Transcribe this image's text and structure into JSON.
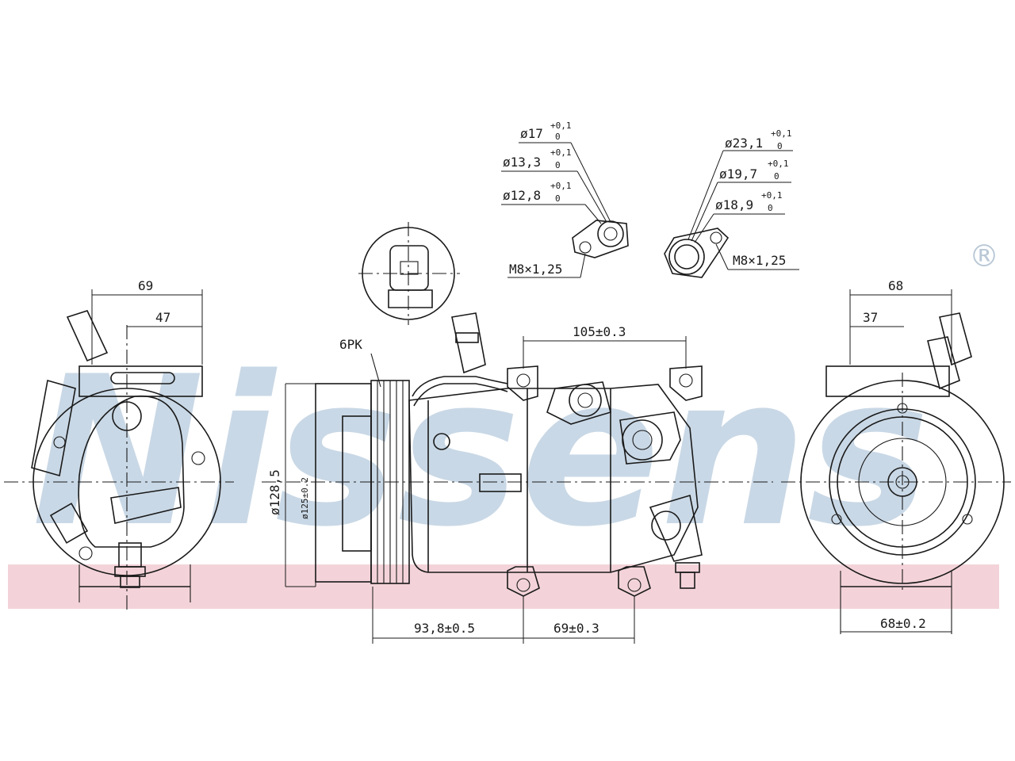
{
  "watermark": {
    "brand": "Nissens",
    "registered_mark": "®",
    "brand_color": "#c9d8e6",
    "band_color": "#f3d3d9"
  },
  "views": {
    "left_view": {
      "dims": {
        "overall_width": "69",
        "inner_width": "47"
      }
    },
    "side_view": {
      "belt_label": "6PK",
      "dia_outer": "ø128,5",
      "dia_pulley": "ø125±0.2",
      "mount_spacing_top": "105±0.3",
      "dist_front_mount": "93,8±0.5",
      "dist_mount_mount": "69±0.3"
    },
    "right_view": {
      "dims": {
        "overall_width": "68",
        "inner_width": "37",
        "bottom_width": "68±0.2"
      }
    }
  },
  "fittings": {
    "left": {
      "dia1": "ø17",
      "dia2": "ø13,3",
      "dia3": "ø12,8",
      "tol_upper": "+0,1",
      "tol_lower": "0",
      "thread": "M8×1,25"
    },
    "right": {
      "dia1": "ø23,1",
      "dia2": "ø19,7",
      "dia3": "ø18,9",
      "tol_upper": "+0,1",
      "tol_lower": "0",
      "thread": "M8×1,25"
    }
  }
}
